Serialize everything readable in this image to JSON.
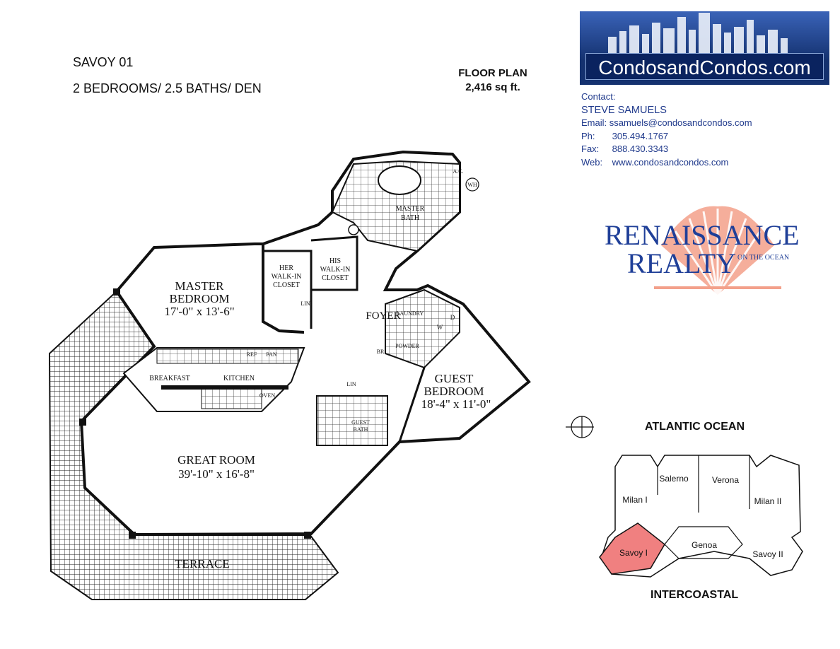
{
  "header": {
    "unit_name": "SAVOY 01",
    "unit_description": "2 BEDROOMS/ 2.5 BATHS/ DEN",
    "floor_plan_label": "FLOOR PLAN",
    "square_feet": "2,416 sq ft."
  },
  "logo": {
    "text": "CondosandCondos.com",
    "color": "#14316f"
  },
  "contact": {
    "heading": "Contact:",
    "name": "STEVE SAMUELS",
    "email_label": "Email:",
    "email": "ssamuels@condosandcondos.com",
    "phone_label": "Ph:",
    "phone": "305.494.1767",
    "fax_label": "Fax:",
    "fax": "888.430.3343",
    "web_label": "Web:",
    "web": "www.condosandcondos.com"
  },
  "brokerage": {
    "word1": "RENAISSANCE",
    "word2": "REALTY",
    "tagline": "ON THE OCEAN",
    "color": "#1f3f98",
    "shell_color": "#f3a08a"
  },
  "floor_plan": {
    "rooms": {
      "master_bedroom": "MASTER",
      "master_bedroom_2": "BEDROOM",
      "master_bedroom_dims": "17'-0\" x 13'-6\"",
      "master_bath": "MASTER",
      "master_bath_2": "BATH",
      "her_closet": "HER",
      "her_closet_2": "WALK-IN",
      "her_closet_3": "CLOSET",
      "his_closet": "HIS",
      "his_closet_2": "WALK-IN",
      "his_closet_3": "CLOSET",
      "foyer": "FOYER",
      "laundry": "LAUNDRY",
      "dryer": "D",
      "washer": "W",
      "powder": "POWDER",
      "guest_bedroom": "GUEST",
      "guest_bedroom_2": "BEDROOM",
      "guest_bedroom_dims": "18'-4\" x 11'-0\"",
      "guest_bath": "GUEST",
      "guest_bath_2": "BATH",
      "breakfast": "BREAKFAST",
      "kitchen": "KITCHEN",
      "ref": "REF",
      "pan": "PAN",
      "oven": "OVEN",
      "great_room": "GREAT ROOM",
      "great_room_dims": "39'-10\" x 16'-8\"",
      "terrace": "TERRACE",
      "ac": "A.C.",
      "wh": "WH",
      "lin": "LIN",
      "lin2": "LIN",
      "br": "BR"
    }
  },
  "site_plan": {
    "top_label": "ATLANTIC OCEAN",
    "bottom_label": "INTERCOASTAL",
    "units": [
      "Salerno",
      "Verona",
      "Milan I",
      "Milan II",
      "Genoa",
      "Savoy I",
      "Savoy II"
    ],
    "highlight_unit": "Savoy I",
    "highlight_color": "#f08080"
  }
}
